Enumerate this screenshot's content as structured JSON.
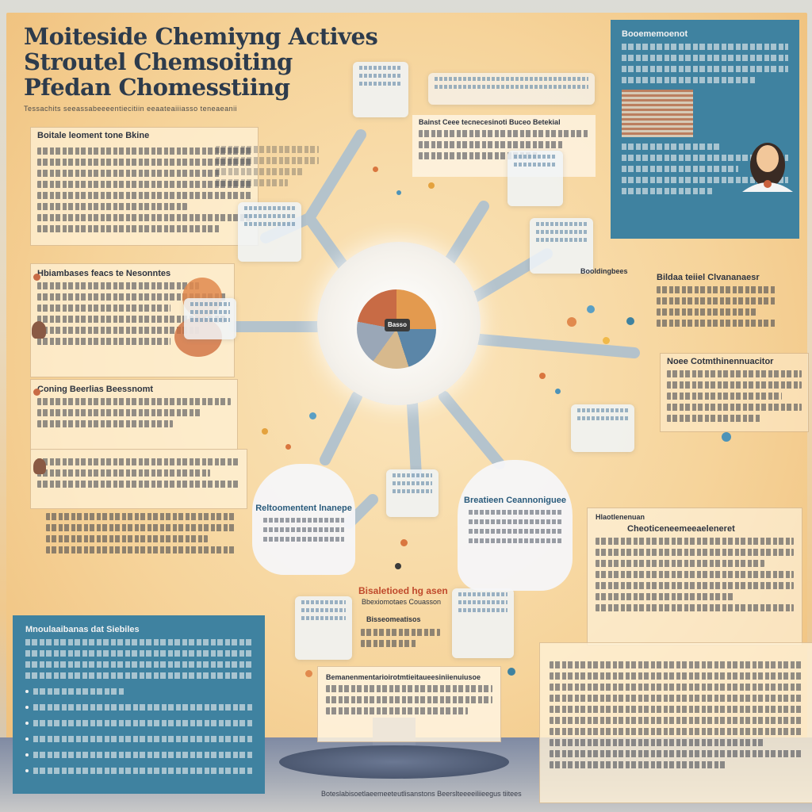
{
  "title": {
    "line1": "Moiteside Chemiyng Actives",
    "line2": "Stroutel Chemsoiting",
    "line3": "Pfedan Chomesstiing",
    "subtitle": "Tessachits seeassabeeeentiecitiin eeaateaiiiasso teneaeanii"
  },
  "left_panels": {
    "top": {
      "heading": "Boitale leoment tone Bkine"
    },
    "first": {
      "heading": "Hbiambases feacs te Nesonntes"
    },
    "second": {
      "heading": "Coning Beerlias Beessnomt"
    }
  },
  "top_right_panel": {
    "heading": "Booememoenot"
  },
  "right_panels": {
    "a": {
      "heading": "Booldingbees",
      "subheading": "Bildaa teiiel Clvananaesr"
    },
    "b": {
      "heading": "Noee Cotmthinennuacitor"
    },
    "c": {
      "heading": "Hlaotlenenuan"
    },
    "d": {
      "heading": "Cheoticeneemeeaeleneret"
    }
  },
  "hub": {
    "label": "Basso"
  },
  "center_labels": {
    "red": "Bisaletioed hg asen",
    "red_sub": "Bbexiomotaes Couasson",
    "green": "Bisseomeatisos",
    "top_card": "Bainst Ceee tecnecesinoti Buceo Betekial"
  },
  "heads": {
    "left": {
      "heading": "Reltoomentent lnanepe"
    },
    "right": {
      "heading": "Breatieen Ceannoniguee"
    }
  },
  "bottom_card": {
    "heading": "Bemanenmentarioirotmtieitaueesiniienuiusoe"
  },
  "blue_panel": {
    "heading": "Mnoulaaibanas dat Siebiles"
  },
  "footer": "Boteslabisoetlaeemeeteutlisanstons Beerslteeeeiliieegus tiitees",
  "colors": {
    "teal": "#3f82a0",
    "accent_orange": "#e39a4f",
    "accent_red": "#c04a2c",
    "dark_text": "#2d3b4c"
  }
}
